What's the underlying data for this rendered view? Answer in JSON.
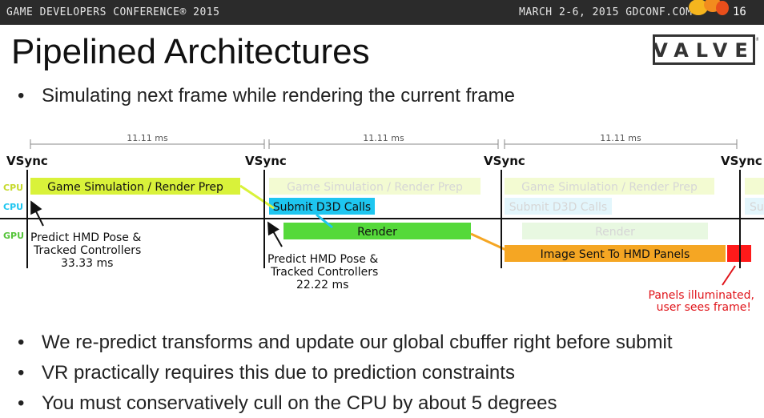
{
  "header": {
    "conference": "GAME DEVELOPERS CONFERENCE® 2015",
    "date_site": "MARCH 2-6, 2015  GDCONF.COM",
    "slide_number": "16"
  },
  "slide": {
    "title": "Pipelined Architectures",
    "logo_text": "VALVE",
    "intro_bullet": "Simulating next frame while rendering the current frame",
    "bullets": [
      "We re-predict transforms and update our global cbuffer right before submit",
      "VR practically requires this due to prediction constraints",
      "You must conservatively cull on the CPU by about 5 degrees"
    ]
  },
  "diagram": {
    "interval_labels": [
      "11.11 ms",
      "11.11 ms",
      "11.11 ms"
    ],
    "vsync_label": "VSync",
    "row_labels": {
      "cpu1": "CPU",
      "cpu2": "CPU",
      "gpu": "GPU"
    },
    "blocks": {
      "sim": "Game Simulation / Render Prep",
      "submit": "Submit D3D Calls",
      "render": "Render",
      "image_sent": "Image Sent To HMD Panels"
    },
    "faded": {
      "sim2": "Game Simulation / Render Prep",
      "sim3": "Game Simulation / Render Prep",
      "submit3": "Submit D3D Calls",
      "render3": "Render",
      "edge": "Su"
    },
    "predict1": {
      "line1": "Predict HMD Pose &",
      "line2": "Tracked Controllers",
      "line3": "33.33 ms"
    },
    "predict2": {
      "line1": "Predict HMD Pose &",
      "line2": "Tracked Controllers",
      "line3": "22.22 ms"
    },
    "panels_note": {
      "line1": "Panels illuminated,",
      "line2": "user sees frame!"
    },
    "colors": {
      "sim": "#d9f23a",
      "submit": "#1ec6f0",
      "render": "#55d93a",
      "image_sent": "#f5a623",
      "panels": "#ff1a1a",
      "cpu_label": "#c5d92a",
      "cpu2_label": "#1ec6f0",
      "gpu_label": "#55c43a"
    }
  }
}
